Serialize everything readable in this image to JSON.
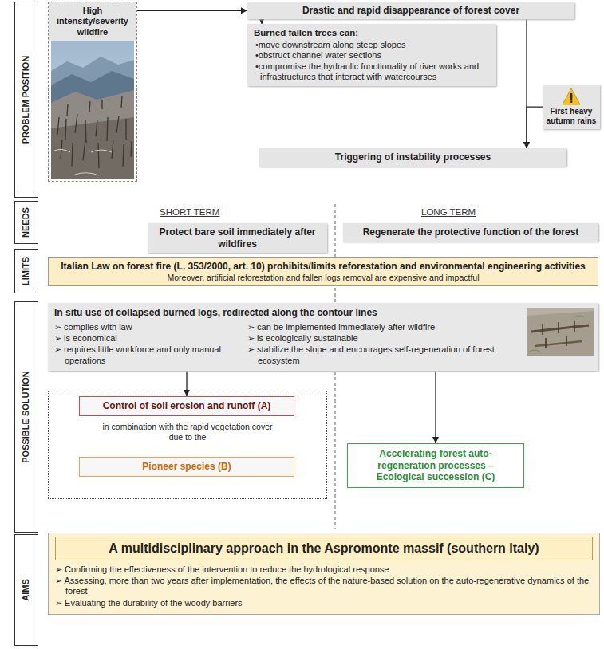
{
  "diagram": {
    "nodes": [
      {
        "text": [
          "PROBLEM POSITION"
        ]
      },
      {
        "text": [
          "High intensity/severity wildfire"
        ]
      },
      {
        "text": [
          "Drastic and rapid disappearance of forest cover"
        ]
      },
      {
        "text": [
          "Burned fallen trees can:",
          "•move downstream along steep slopes",
          "•obstruct channel water sections",
          "•compromise the hydraulic functionality of river works and infrastructures that interact with watercourses"
        ]
      },
      {
        "text": [
          "First heavy autumn rains"
        ]
      },
      {
        "text": [
          "Triggering of instability processes"
        ]
      },
      {
        "text": [
          "NEEDS"
        ]
      },
      {
        "text": [
          "Protect bare soil immediately after wildfires"
        ]
      },
      {
        "text": [
          "Regenerate the protective function of the forest"
        ]
      },
      {
        "text": [
          "LIMITS"
        ]
      },
      {
        "text": [
          "Italian Law on forest fire (L. 353/2000, art. 10) prohibits/limits reforestation and environmental engineering activities",
          "Moreover, artificial reforestation and fallen logs removal are expensive and impactful"
        ]
      },
      {
        "text": [
          "POSSIBLE SOLUTION"
        ]
      },
      {
        "text": [
          "In situ use of collapsed burned logs, redirected along the contour lines",
          "➢ complies with law",
          "➢ is economical",
          "➢ requires little workforce and only manual operations",
          "➢ can be implemented immediately after wildfire",
          "➢ is ecologically sustainable",
          "➢ stabilize the slope and encourages self-regeneration of forest ecosystem"
        ]
      },
      {
        "text": [
          "in combination with the rapid vegetation cover due to the"
        ]
      },
      {
        "text": [
          "Control of soil erosion and runoff (A)"
        ],
        "in": 13
      },
      {
        "text": [
          "Pioneer species (B)"
        ],
        "in": 13
      },
      {
        "text": [
          "Accelerating forest auto-regeneration processes – Ecological succession (C)"
        ]
      },
      {
        "text": [
          "AIMS"
        ]
      },
      {
        "text": [
          "A multidisciplinary approach in the Aspromonte massif (southern Italy)",
          "➢ Confirming the effectiveness of the intervention to reduce the hydrological response",
          "➢ Assessing, more than two years after implementation, the effects of the nature-based solution on the auto-regenerative dynamics of the forest",
          "➢ Evaluating the durability of the woody barriers"
        ]
      }
    ],
    "edges": [
      {
        "from": 1,
        "to": 2,
        "arrow": "to"
      },
      {
        "from": 2,
        "to": 3,
        "arrow": "to"
      },
      {
        "from": 2,
        "to": 5,
        "arrow": "to"
      },
      {
        "from": 4,
        "to": 5,
        "arrow": "to"
      },
      {
        "from": 12,
        "to": 14,
        "arrow": "to"
      },
      {
        "from": 12,
        "to": 16,
        "arrow": "to"
      }
    ],
    "labels": [
      "SHORT TERM",
      "LONG TERM"
    ]
  }
}
